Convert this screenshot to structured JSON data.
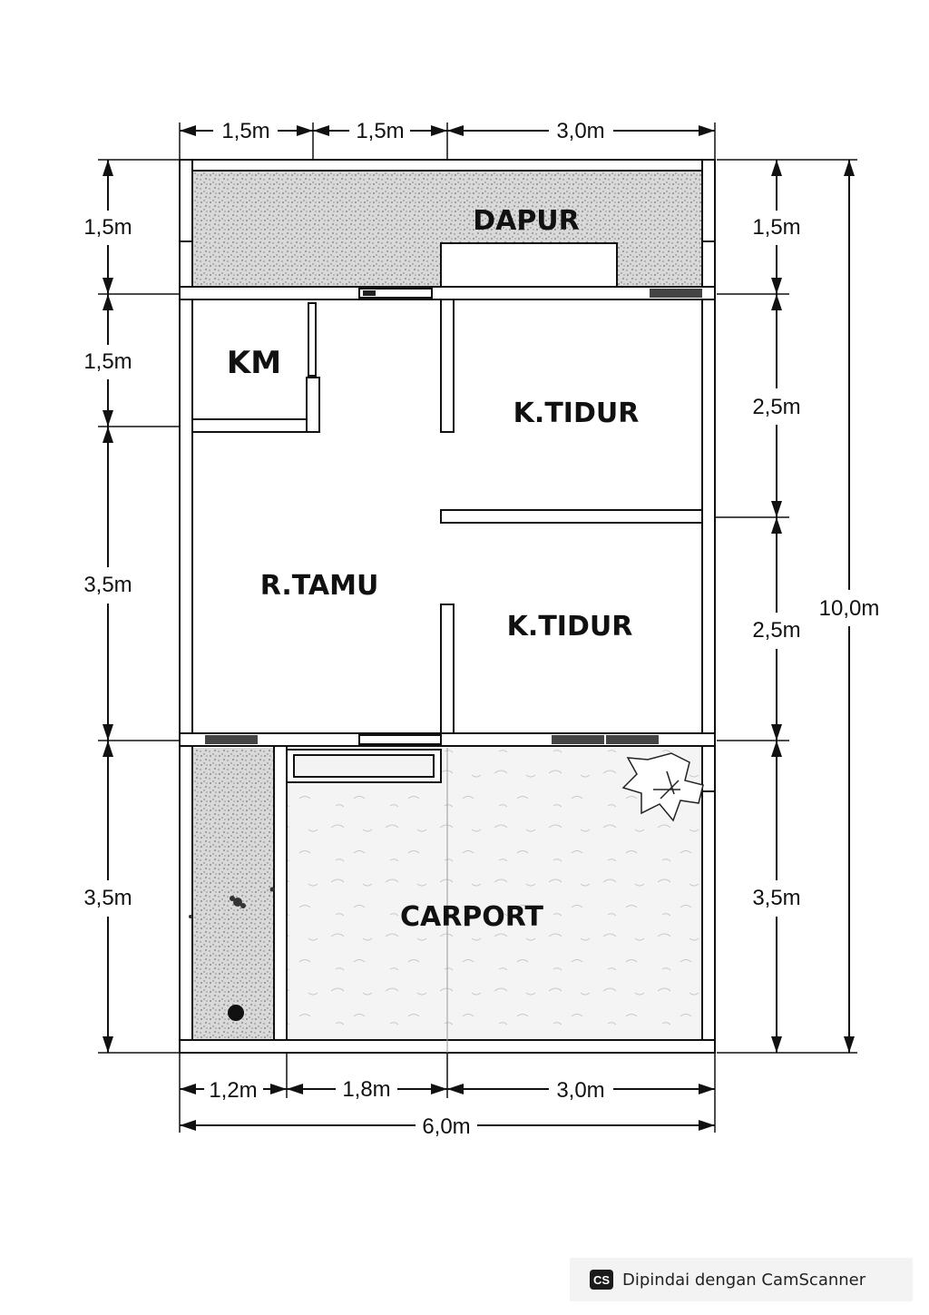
{
  "rooms": {
    "dapur": "DAPUR",
    "km": "KM",
    "k_tidur_1": "K.TIDUR",
    "k_tidur_2": "K.TIDUR",
    "r_tamu": "R.TAMU",
    "carport": "CARPORT"
  },
  "dimensions": {
    "top": [
      "1,5m",
      "1,5m",
      "3,0m"
    ],
    "left": [
      "1,5m",
      "1,5m",
      "3,5m",
      "3,5m"
    ],
    "right": [
      "1,5m",
      "2,5m",
      "2,5m",
      "3,5m"
    ],
    "overall_height": "10,0m",
    "bottom": [
      "1,2m",
      "1,8m",
      "3,0m"
    ],
    "overall_width": "6,0m"
  },
  "watermark": {
    "logo": "CS",
    "text": "Dipindai dengan CamScanner"
  }
}
